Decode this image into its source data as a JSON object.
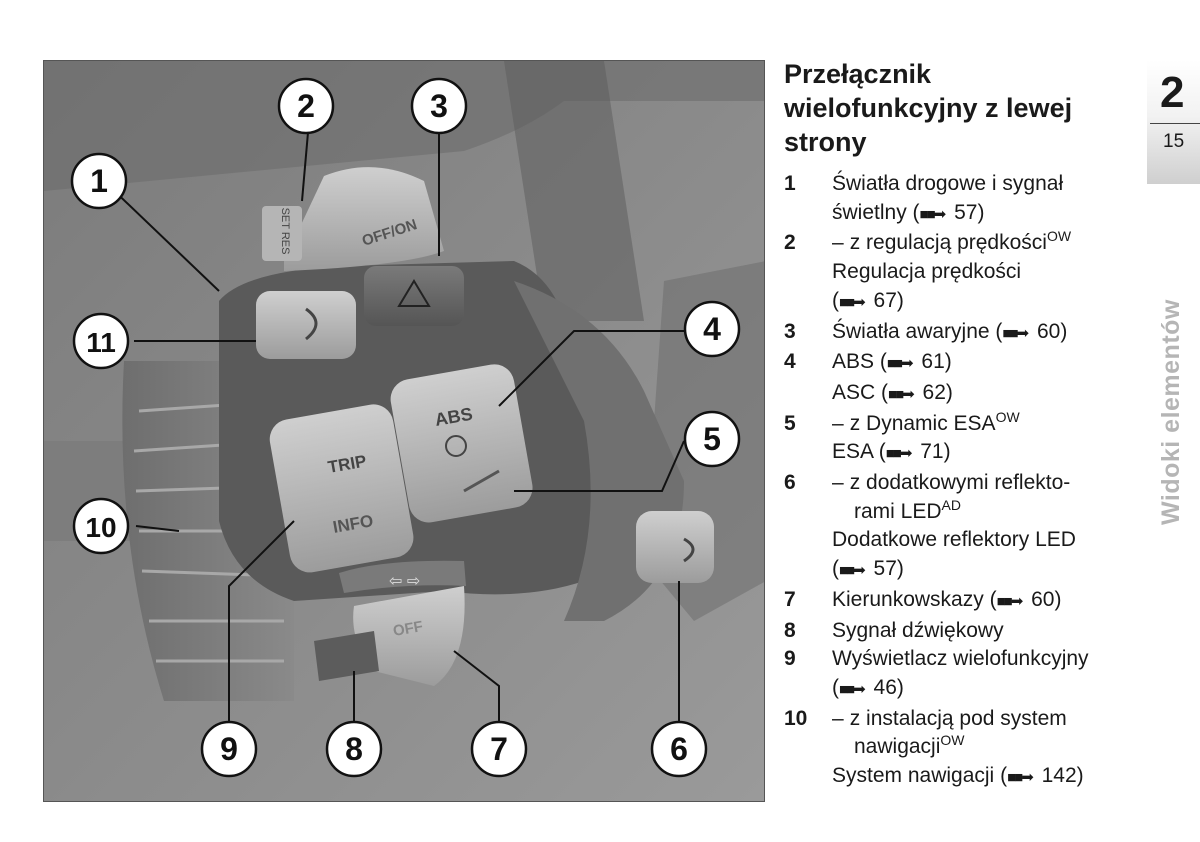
{
  "title": "Przełącznik wielofunkcyjny z lewej strony",
  "title_lines": [
    "Przełącznik",
    "wielofunkcyjny z lewej",
    "strony"
  ],
  "chapter": {
    "number": "2",
    "page": "15",
    "section": "Widoki elementów"
  },
  "callouts": [
    "1",
    "2",
    "3",
    "4",
    "5",
    "6",
    "7",
    "8",
    "9",
    "10",
    "11"
  ],
  "button_labels": {
    "set_res": [
      "SET",
      "RES"
    ],
    "off_on": "OFF/ON",
    "abs": "ABS",
    "trip": "TRIP",
    "info": "INFO",
    "off": "OFF",
    "arrows": "⇦ ⇨"
  },
  "items": [
    {
      "num": "1",
      "lines": [
        "Światła drogowe i sygnał",
        "świetlny"
      ],
      "ref": "57"
    },
    {
      "num": "2",
      "dash_text": "z regulacją prędkości",
      "sup": "OW",
      "lines": [
        "Regulacja prędkości"
      ],
      "ref": "67"
    },
    {
      "num": "3",
      "lines": [
        "Światła awaryjne"
      ],
      "ref": "60"
    },
    {
      "num": "4",
      "lines": [
        "ABS"
      ],
      "ref": "61",
      "extra": {
        "text": "ASC",
        "ref": "62"
      }
    },
    {
      "num": "5",
      "dash_text": "z Dynamic ESA",
      "sup": "OW",
      "lines": [
        "ESA"
      ],
      "ref": "71"
    },
    {
      "num": "6",
      "dash_text": "z dodatkowymi reflekto-",
      "dash_text2": "rami LED",
      "sup": "AD",
      "lines": [
        "Dodatkowe reflektory LED"
      ],
      "ref": "57"
    },
    {
      "num": "7",
      "lines": [
        "Kierunkowskazy"
      ],
      "ref": "60"
    },
    {
      "num": "8",
      "lines": [
        "Sygnał dźwiękowy"
      ],
      "ref": ""
    },
    {
      "num": "9",
      "lines": [
        "Wyświetlacz wielofunkcyjny"
      ],
      "ref": "46"
    },
    {
      "num": "10",
      "dash_text": "z instalacją pod system",
      "dash_text2": "nawigacji",
      "sup": "OW",
      "lines": [
        "System nawigacji"
      ],
      "ref": "142"
    }
  ],
  "arrow_glyph": "■■➡"
}
